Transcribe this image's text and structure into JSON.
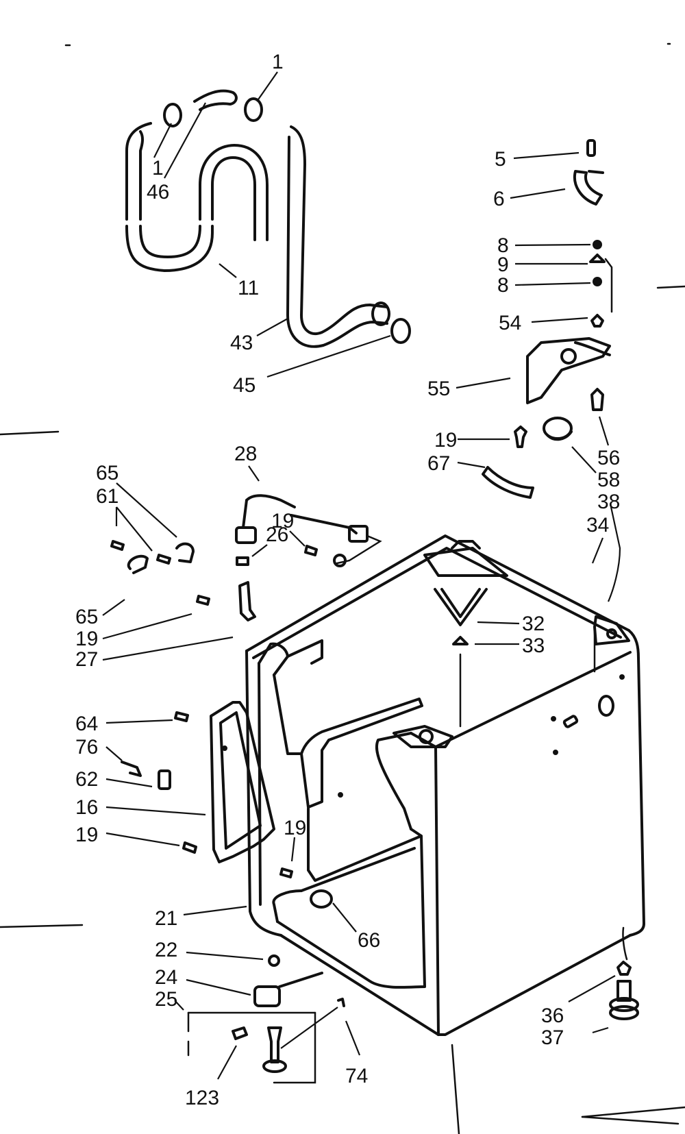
{
  "callouts": [
    {
      "id": "c1a",
      "text": "1"
    },
    {
      "id": "c1b",
      "text": "1"
    },
    {
      "id": "c46",
      "text": "46"
    },
    {
      "id": "c11",
      "text": "11"
    },
    {
      "id": "c43",
      "text": "43"
    },
    {
      "id": "c45",
      "text": "45"
    },
    {
      "id": "c5",
      "text": "5"
    },
    {
      "id": "c6",
      "text": "6"
    },
    {
      "id": "c8a",
      "text": "8"
    },
    {
      "id": "c9",
      "text": "9"
    },
    {
      "id": "c8b",
      "text": "8"
    },
    {
      "id": "c54",
      "text": "54"
    },
    {
      "id": "c55",
      "text": "55"
    },
    {
      "id": "c19a",
      "text": "19"
    },
    {
      "id": "c67",
      "text": "67"
    },
    {
      "id": "c56",
      "text": "56"
    },
    {
      "id": "c58",
      "text": "58"
    },
    {
      "id": "c38",
      "text": "38"
    },
    {
      "id": "c34",
      "text": "34"
    },
    {
      "id": "c28",
      "text": "28"
    },
    {
      "id": "c65a",
      "text": "65"
    },
    {
      "id": "c61",
      "text": "61"
    },
    {
      "id": "c19b",
      "text": "19"
    },
    {
      "id": "c26",
      "text": "26"
    },
    {
      "id": "c65b",
      "text": "65"
    },
    {
      "id": "c19c",
      "text": "19"
    },
    {
      "id": "c27",
      "text": "27"
    },
    {
      "id": "c32",
      "text": "32"
    },
    {
      "id": "c33",
      "text": "33"
    },
    {
      "id": "c64",
      "text": "64"
    },
    {
      "id": "c76",
      "text": "76"
    },
    {
      "id": "c62",
      "text": "62"
    },
    {
      "id": "c16",
      "text": "16"
    },
    {
      "id": "c19d",
      "text": "19"
    },
    {
      "id": "c19e",
      "text": "19"
    },
    {
      "id": "c21",
      "text": "21"
    },
    {
      "id": "c66",
      "text": "66"
    },
    {
      "id": "c22",
      "text": "22"
    },
    {
      "id": "c24",
      "text": "24"
    },
    {
      "id": "c25",
      "text": "25"
    },
    {
      "id": "c123",
      "text": "123"
    },
    {
      "id": "c74",
      "text": "74"
    },
    {
      "id": "c36",
      "text": "36"
    },
    {
      "id": "c37",
      "text": "37"
    }
  ]
}
